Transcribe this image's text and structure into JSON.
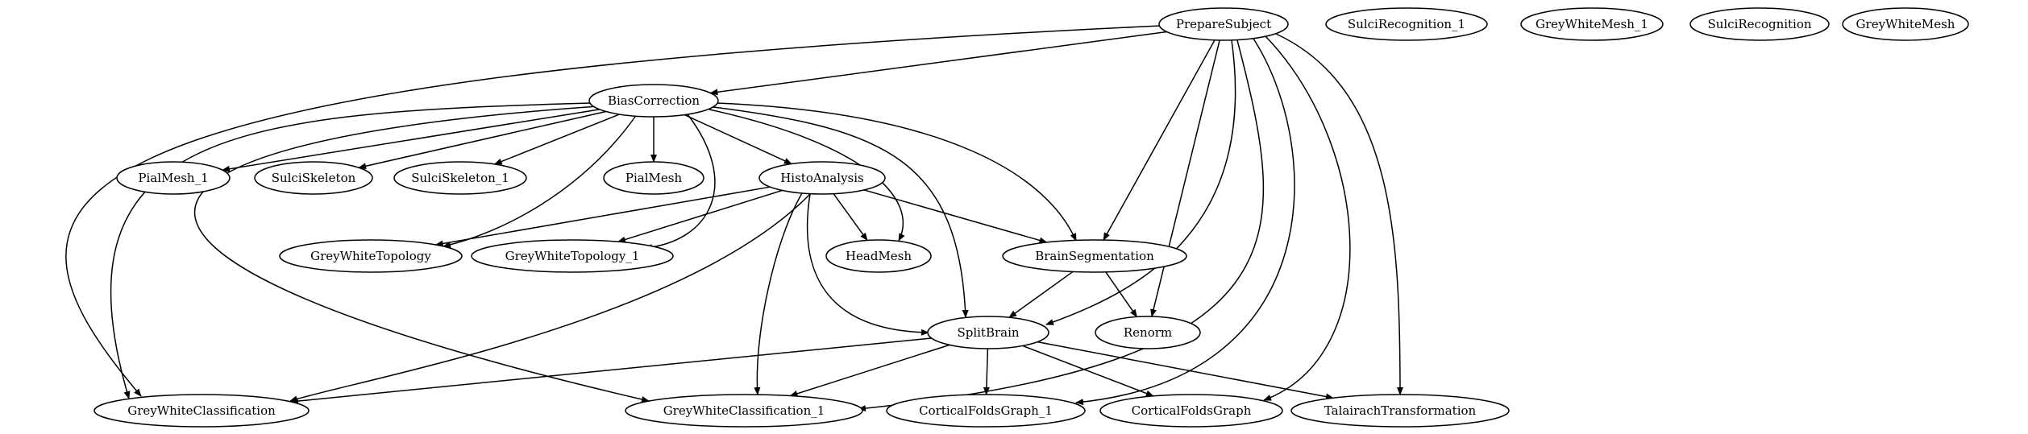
{
  "diagram": {
    "type": "directed-graph",
    "colors": {
      "stroke": "#000000",
      "node_fill": "#ffffff",
      "background": "#ffffff"
    },
    "nodes": [
      {
        "id": "prepare_subject",
        "label": "PrepareSubject"
      },
      {
        "id": "sulci_recognition_1",
        "label": "SulciRecognition_1"
      },
      {
        "id": "grey_white_mesh_1",
        "label": "GreyWhiteMesh_1"
      },
      {
        "id": "sulci_recognition",
        "label": "SulciRecognition"
      },
      {
        "id": "grey_white_mesh",
        "label": "GreyWhiteMesh"
      },
      {
        "id": "bias_correction",
        "label": "BiasCorrection"
      },
      {
        "id": "pial_mesh_1",
        "label": "PialMesh_1"
      },
      {
        "id": "sulci_skeleton",
        "label": "SulciSkeleton"
      },
      {
        "id": "sulci_skeleton_1",
        "label": "SulciSkeleton_1"
      },
      {
        "id": "pial_mesh",
        "label": "PialMesh"
      },
      {
        "id": "histo_analysis",
        "label": "HistoAnalysis"
      },
      {
        "id": "grey_white_topology",
        "label": "GreyWhiteTopology"
      },
      {
        "id": "grey_white_topology_1",
        "label": "GreyWhiteTopology_1"
      },
      {
        "id": "head_mesh",
        "label": "HeadMesh"
      },
      {
        "id": "brain_segmentation",
        "label": "BrainSegmentation"
      },
      {
        "id": "split_brain",
        "label": "SplitBrain"
      },
      {
        "id": "renorm",
        "label": "Renorm"
      },
      {
        "id": "grey_white_classification",
        "label": "GreyWhiteClassification"
      },
      {
        "id": "grey_white_classification_1",
        "label": "GreyWhiteClassification_1"
      },
      {
        "id": "cortical_folds_graph_1",
        "label": "CorticalFoldsGraph_1"
      },
      {
        "id": "cortical_folds_graph",
        "label": "CorticalFoldsGraph"
      },
      {
        "id": "talairach_transformation",
        "label": "TalairachTransformation"
      }
    ],
    "edges": [
      {
        "from": "prepare_subject",
        "to": "bias_correction"
      },
      {
        "from": "prepare_subject",
        "to": "grey_white_classification"
      },
      {
        "from": "prepare_subject",
        "to": "brain_segmentation"
      },
      {
        "from": "prepare_subject",
        "to": "renorm"
      },
      {
        "from": "prepare_subject",
        "to": "split_brain"
      },
      {
        "from": "prepare_subject",
        "to": "grey_white_classification_1"
      },
      {
        "from": "prepare_subject",
        "to": "cortical_folds_graph_1"
      },
      {
        "from": "prepare_subject",
        "to": "cortical_folds_graph"
      },
      {
        "from": "prepare_subject",
        "to": "talairach_transformation"
      },
      {
        "from": "bias_correction",
        "to": "pial_mesh_1"
      },
      {
        "from": "bias_correction",
        "to": "sulci_skeleton"
      },
      {
        "from": "bias_correction",
        "to": "sulci_skeleton_1"
      },
      {
        "from": "bias_correction",
        "to": "pial_mesh"
      },
      {
        "from": "bias_correction",
        "to": "histo_analysis"
      },
      {
        "from": "bias_correction",
        "to": "grey_white_topology"
      },
      {
        "from": "bias_correction",
        "to": "grey_white_topology_1"
      },
      {
        "from": "bias_correction",
        "to": "head_mesh"
      },
      {
        "from": "bias_correction",
        "to": "brain_segmentation"
      },
      {
        "from": "bias_correction",
        "to": "split_brain"
      },
      {
        "from": "bias_correction",
        "to": "grey_white_classification"
      },
      {
        "from": "bias_correction",
        "to": "grey_white_classification_1"
      },
      {
        "from": "histo_analysis",
        "to": "grey_white_topology"
      },
      {
        "from": "histo_analysis",
        "to": "grey_white_topology_1"
      },
      {
        "from": "histo_analysis",
        "to": "head_mesh"
      },
      {
        "from": "histo_analysis",
        "to": "brain_segmentation"
      },
      {
        "from": "histo_analysis",
        "to": "split_brain"
      },
      {
        "from": "histo_analysis",
        "to": "grey_white_classification"
      },
      {
        "from": "histo_analysis",
        "to": "grey_white_classification_1"
      },
      {
        "from": "brain_segmentation",
        "to": "split_brain"
      },
      {
        "from": "brain_segmentation",
        "to": "renorm"
      },
      {
        "from": "split_brain",
        "to": "grey_white_classification"
      },
      {
        "from": "split_brain",
        "to": "grey_white_classification_1"
      },
      {
        "from": "split_brain",
        "to": "cortical_folds_graph_1"
      },
      {
        "from": "split_brain",
        "to": "cortical_folds_graph"
      },
      {
        "from": "split_brain",
        "to": "talairach_transformation"
      }
    ]
  }
}
